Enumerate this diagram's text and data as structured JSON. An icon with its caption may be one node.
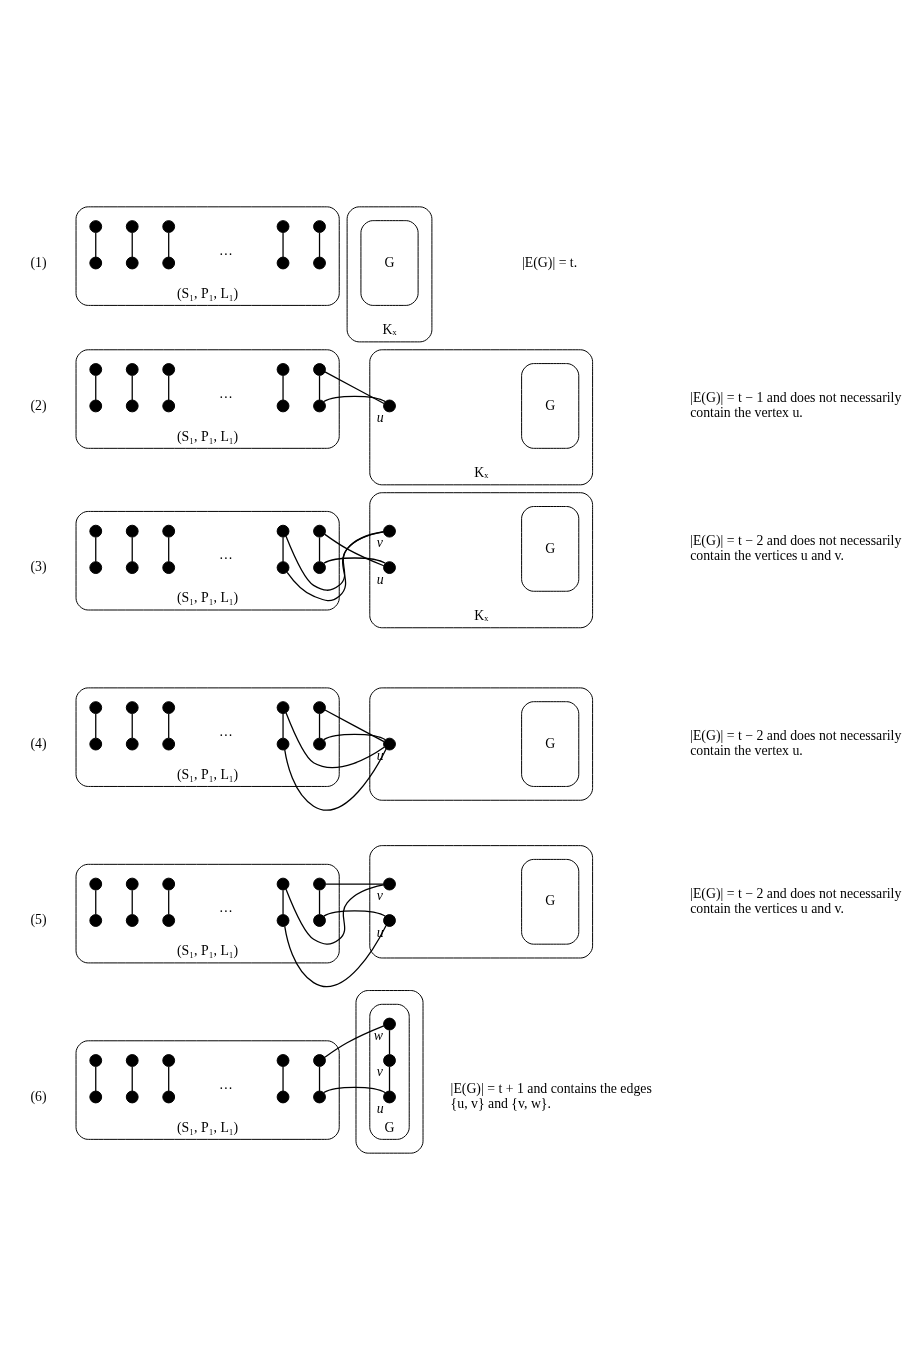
{
  "diagram": {
    "nodes": [
      {
        "text": [],
        "shape": "box",
        "beside": [
          "(S₁, P₁, L₁)"
        ]
      },
      {
        "text": [],
        "shape": "circle",
        "in": 0
      },
      {
        "text": [],
        "shape": "circle",
        "in": 0
      },
      {
        "text": [],
        "shape": "circle",
        "in": 0
      },
      {
        "text": [],
        "shape": "circle",
        "in": 0
      },
      {
        "text": [],
        "shape": "circle",
        "in": 0
      },
      {
        "text": [],
        "shape": "circle",
        "in": 0
      },
      {
        "text": [],
        "shape": "circle",
        "in": 0
      },
      {
        "text": [],
        "shape": "circle",
        "in": 0
      },
      {
        "text": [],
        "shape": "circle",
        "in": 0
      },
      {
        "text": [],
        "shape": "circle",
        "in": 0
      },
      {
        "text": [
          "Kₓ"
        ]
      },
      {
        "text": [
          "G"
        ],
        "in": 11
      },
      {
        "text": [],
        "shape": "box",
        "beside": [
          "(S₁, P₁, L₁)"
        ]
      },
      {
        "text": [],
        "shape": "circle",
        "in": 13
      },
      {
        "text": [],
        "shape": "circle",
        "in": 13
      },
      {
        "text": [],
        "shape": "circle",
        "in": 13
      },
      {
        "text": [],
        "shape": "circle",
        "in": 13
      },
      {
        "text": [],
        "shape": "circle",
        "in": 13
      },
      {
        "text": [],
        "shape": "circle",
        "in": 13
      },
      {
        "text": [],
        "shape": "circle",
        "in": 13
      },
      {
        "text": [],
        "shape": "circle",
        "in": 13
      },
      {
        "text": [],
        "shape": "circle",
        "in": 13
      },
      {
        "text": [],
        "shape": "circle",
        "in": 13
      },
      {
        "text": [
          "Kₓ"
        ]
      },
      {
        "text": [
          "G"
        ],
        "in": 24
      },
      {
        "text": [],
        "shape": "circle",
        "in": 24,
        "beside": [
          "u"
        ]
      },
      {
        "text": [],
        "shape": "box",
        "beside": [
          "(S₁, P₁, L₁)"
        ]
      },
      {
        "text": [],
        "shape": "circle",
        "in": 27
      },
      {
        "text": [],
        "shape": "circle",
        "in": 27
      },
      {
        "text": [],
        "shape": "circle",
        "in": 27
      },
      {
        "text": [],
        "shape": "circle",
        "in": 27
      },
      {
        "text": [],
        "shape": "circle",
        "in": 27
      },
      {
        "text": [],
        "shape": "circle",
        "in": 27
      },
      {
        "text": [],
        "shape": "circle",
        "in": 27
      },
      {
        "text": [],
        "shape": "circle",
        "in": 27
      },
      {
        "text": [],
        "shape": "circle",
        "in": 27
      },
      {
        "text": [],
        "shape": "circle",
        "in": 27
      },
      {
        "text": [
          "Kₓ"
        ]
      },
      {
        "text": [
          "G"
        ],
        "in": 38
      },
      {
        "text": [],
        "shape": "circle",
        "in": 38,
        "beside": [
          "u"
        ]
      },
      {
        "text": [],
        "shape": "circle",
        "in": 38,
        "beside": [
          "v"
        ]
      },
      {
        "text": [],
        "shape": "box",
        "beside": [
          "(S₁, P₁, L₁)"
        ]
      },
      {
        "text": [],
        "shape": "circle",
        "in": 42
      },
      {
        "text": [],
        "shape": "circle",
        "in": 42
      },
      {
        "text": [],
        "shape": "circle",
        "in": 42
      },
      {
        "text": [],
        "shape": "circle",
        "in": 42
      },
      {
        "text": [],
        "shape": "circle",
        "in": 42
      },
      {
        "text": [],
        "shape": "circle",
        "in": 42
      },
      {
        "text": [],
        "shape": "circle",
        "in": 42
      },
      {
        "text": [],
        "shape": "circle",
        "in": 42
      },
      {
        "text": [],
        "shape": "circle",
        "in": 42
      },
      {
        "text": [],
        "shape": "circle",
        "in": 42
      },
      {
        "text": [],
        "shape": "box"
      },
      {
        "text": [
          "G"
        ],
        "in": 53
      },
      {
        "text": [],
        "shape": "circle",
        "in": 53,
        "beside": [
          "u"
        ]
      },
      {
        "text": [],
        "shape": "box",
        "beside": [
          "(S₁, P₁, L₁)"
        ]
      },
      {
        "text": [],
        "shape": "circle",
        "in": 56
      },
      {
        "text": [],
        "shape": "circle",
        "in": 56
      },
      {
        "text": [],
        "shape": "circle",
        "in": 56
      },
      {
        "text": [],
        "shape": "circle",
        "in": 56
      },
      {
        "text": [],
        "shape": "circle",
        "in": 56
      },
      {
        "text": [],
        "shape": "circle",
        "in": 56
      },
      {
        "text": [],
        "shape": "circle",
        "in": 56
      },
      {
        "text": [],
        "shape": "circle",
        "in": 56
      },
      {
        "text": [],
        "shape": "circle",
        "in": 56
      },
      {
        "text": [],
        "shape": "circle",
        "in": 56
      },
      {
        "text": [],
        "shape": "box"
      },
      {
        "text": [
          "G"
        ],
        "in": 67
      },
      {
        "text": [],
        "shape": "circle",
        "in": 67,
        "beside": [
          "u"
        ]
      },
      {
        "text": [],
        "shape": "circle",
        "in": 67,
        "beside": [
          "v"
        ]
      },
      {
        "text": [],
        "shape": "box",
        "beside": [
          "(S₁, P₁, L₁)"
        ]
      },
      {
        "text": [],
        "shape": "circle",
        "in": 71
      },
      {
        "text": [],
        "shape": "circle",
        "in": 71
      },
      {
        "text": [],
        "shape": "circle",
        "in": 71
      },
      {
        "text": [],
        "shape": "circle",
        "in": 71
      },
      {
        "text": [],
        "shape": "circle",
        "in": 71
      },
      {
        "text": [],
        "shape": "circle",
        "in": 71
      },
      {
        "text": [],
        "shape": "circle",
        "in": 71
      },
      {
        "text": [],
        "shape": "circle",
        "in": 71
      },
      {
        "text": [],
        "shape": "circle",
        "in": 71
      },
      {
        "text": [],
        "shape": "circle",
        "in": 71
      },
      {
        "text": [],
        "shape": "box"
      },
      {
        "text": [
          "G"
        ],
        "in": 82
      },
      {
        "text": [],
        "shape": "circle",
        "in": 83,
        "beside": [
          "u"
        ]
      },
      {
        "text": [],
        "shape": "circle",
        "in": 83,
        "beside": [
          "v"
        ]
      },
      {
        "text": [],
        "shape": "circle",
        "in": 83,
        "beside": [
          "w"
        ]
      }
    ],
    "edges": [
      {
        "from": 1,
        "to": 2,
        "arrow": "none"
      },
      {
        "from": 3,
        "to": 4,
        "arrow": "none"
      },
      {
        "from": 5,
        "to": 6,
        "arrow": "none"
      },
      {
        "from": 7,
        "to": 8,
        "arrow": "none"
      },
      {
        "from": 9,
        "to": 10,
        "arrow": "none"
      },
      {
        "from": 14,
        "to": 15,
        "arrow": "none"
      },
      {
        "from": 16,
        "to": 17,
        "arrow": "none"
      },
      {
        "from": 18,
        "to": 19,
        "arrow": "none"
      },
      {
        "from": 20,
        "to": 21,
        "arrow": "none"
      },
      {
        "from": 22,
        "to": 23,
        "arrow": "none"
      },
      {
        "from": 22,
        "to": 26,
        "arrow": "none"
      },
      {
        "from": 23,
        "to": 26,
        "arrow": "none"
      },
      {
        "from": 28,
        "to": 29,
        "arrow": "none"
      },
      {
        "from": 30,
        "to": 31,
        "arrow": "none"
      },
      {
        "from": 32,
        "to": 33,
        "arrow": "none"
      },
      {
        "from": 34,
        "to": 35,
        "arrow": "none"
      },
      {
        "from": 36,
        "to": 37,
        "arrow": "none"
      },
      {
        "from": 34,
        "to": 41,
        "arrow": "none"
      },
      {
        "from": 35,
        "to": 41,
        "arrow": "none"
      },
      {
        "from": 36,
        "to": 40,
        "arrow": "none"
      },
      {
        "from": 37,
        "to": 40,
        "arrow": "none"
      },
      {
        "from": 43,
        "to": 44,
        "arrow": "none"
      },
      {
        "from": 45,
        "to": 46,
        "arrow": "none"
      },
      {
        "from": 47,
        "to": 48,
        "arrow": "none"
      },
      {
        "from": 49,
        "to": 50,
        "arrow": "none"
      },
      {
        "from": 51,
        "to": 52,
        "arrow": "none"
      },
      {
        "from": 49,
        "to": 55,
        "arrow": "none"
      },
      {
        "from": 50,
        "to": 55,
        "arrow": "none"
      },
      {
        "from": 51,
        "to": 55,
        "arrow": "none"
      },
      {
        "from": 52,
        "to": 55,
        "arrow": "none"
      },
      {
        "from": 57,
        "to": 58,
        "arrow": "none"
      },
      {
        "from": 59,
        "to": 60,
        "arrow": "none"
      },
      {
        "from": 61,
        "to": 62,
        "arrow": "none"
      },
      {
        "from": 63,
        "to": 64,
        "arrow": "none"
      },
      {
        "from": 65,
        "to": 66,
        "arrow": "none"
      },
      {
        "from": 63,
        "to": 69,
        "arrow": "none"
      },
      {
        "from": 64,
        "to": 70,
        "arrow": "none"
      },
      {
        "from": 65,
        "to": 69,
        "arrow": "none"
      },
      {
        "from": 66,
        "to": 70,
        "arrow": "none"
      },
      {
        "from": 72,
        "to": 73,
        "arrow": "none"
      },
      {
        "from": 74,
        "to": 75,
        "arrow": "none"
      },
      {
        "from": 76,
        "to": 77,
        "arrow": "none"
      },
      {
        "from": 78,
        "to": 79,
        "arrow": "none"
      },
      {
        "from": 80,
        "to": 81,
        "arrow": "none"
      },
      {
        "from": 80,
        "to": 84,
        "arrow": "none"
      },
      {
        "from": 81,
        "to": 86,
        "arrow": "none"
      },
      {
        "from": 84,
        "to": 85,
        "arrow": "none"
      },
      {
        "from": 85,
        "to": 86,
        "arrow": "none"
      }
    ],
    "labels": [
      "(1)",
      "…",
      "|E(G)| = t.",
      "(2)",
      "…",
      "|E(G)| = t − 1 and does not necessarily contain the vertex u.",
      "(3)",
      "…",
      "|E(G)| = t − 2 and does not necessarily contain the vertices u and v.",
      "(4)",
      "…",
      "|E(G)| = t − 2 and does not necessarily contain the vertex u.",
      "(5)",
      "…",
      "|E(G)| = t − 2 and does not necessarily contain the vertices u and v.",
      "(6)",
      "…",
      "|E(G)| = t + 1 and contains the edges {u, v} and {v, w}."
    ]
  }
}
